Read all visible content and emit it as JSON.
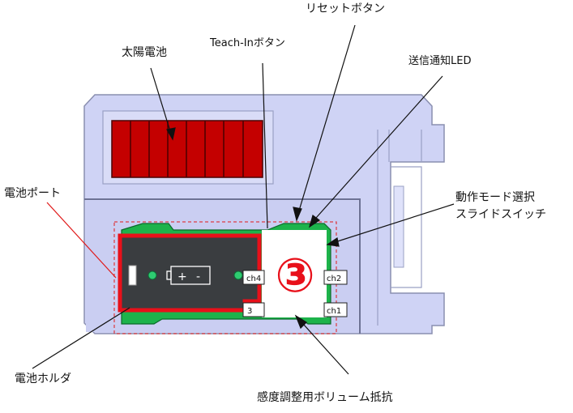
{
  "labels": {
    "solar_cell": "太陽電池",
    "teach_in_button": "Teach-Inボタン",
    "reset_button": "リセットボタン",
    "led": "送信通知LED",
    "battery_port": "電池ポート",
    "mode_switch_line1": "動作モード選択",
    "mode_switch_line2": "スライドスイッチ",
    "battery_holder": "電池ホルダ",
    "volume_resistor": "感度調整用ボリューム抵抗"
  },
  "badge": {
    "number": "③"
  },
  "pins": {
    "ch4": "ch4",
    "ch3": "3",
    "ch2": "ch2",
    "ch1": "ch1"
  },
  "battery_symbol": {
    "plus": "+",
    "minus": "-"
  },
  "colors": {
    "housing": "#cfd3f5",
    "housing_stroke": "#8a8fb0",
    "solar": "#c40000",
    "pcb": "#1db34b",
    "highlight": "#e8101a",
    "dashed": "#e01a1a",
    "badge": "#e8101a"
  }
}
